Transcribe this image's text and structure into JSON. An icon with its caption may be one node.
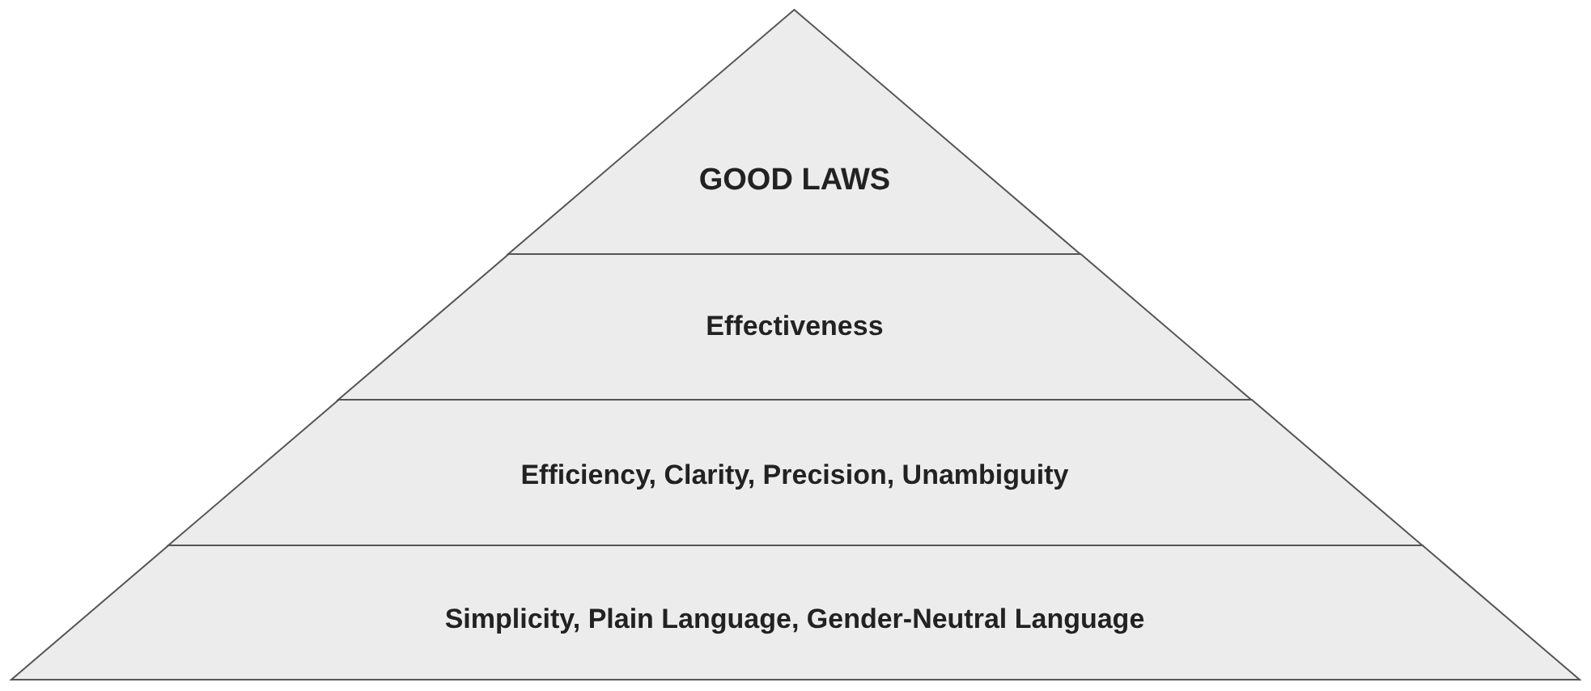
{
  "diagram": {
    "nodes": [
      {
        "text": [
          "GOOD LAWS"
        ]
      },
      {
        "text": [
          "Effectiveness"
        ]
      },
      {
        "text": [
          "Efficiency, Clarity, Precision, Unambiguity"
        ]
      },
      {
        "text": [
          "Simplicity, Plain Language, Gender-Neutral Language"
        ]
      }
    ]
  }
}
